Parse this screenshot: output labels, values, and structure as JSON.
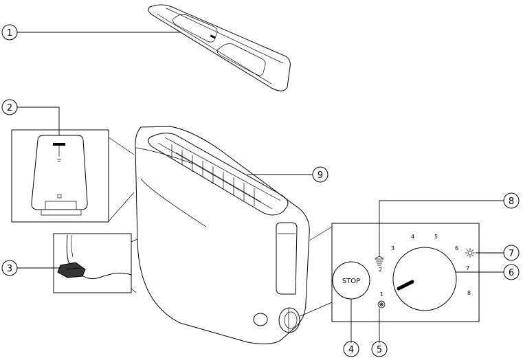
{
  "callouts": [
    {
      "label": "1",
      "part": "crumb-tray-lid"
    },
    {
      "label": "2",
      "part": "side-view-inset"
    },
    {
      "label": "3",
      "part": "lever-inset"
    },
    {
      "label": "4",
      "part": "stop-button"
    },
    {
      "label": "5",
      "part": "defrost-symbol"
    },
    {
      "label": "6",
      "part": "browning-dial"
    },
    {
      "label": "7",
      "part": "reheat-symbol"
    },
    {
      "label": "8",
      "part": "warm-rack-symbol"
    },
    {
      "label": "9",
      "part": "toasting-slot"
    }
  ],
  "control_panel": {
    "stop_label": "STOP",
    "dial_numbers": [
      "1",
      "2",
      "3",
      "4",
      "5",
      "6",
      "7",
      "8"
    ]
  },
  "icons": {
    "defrost": "snowflake-icon",
    "reheat": "reheat-sun-icon",
    "warm_rack": "bun-warmer-icon"
  }
}
